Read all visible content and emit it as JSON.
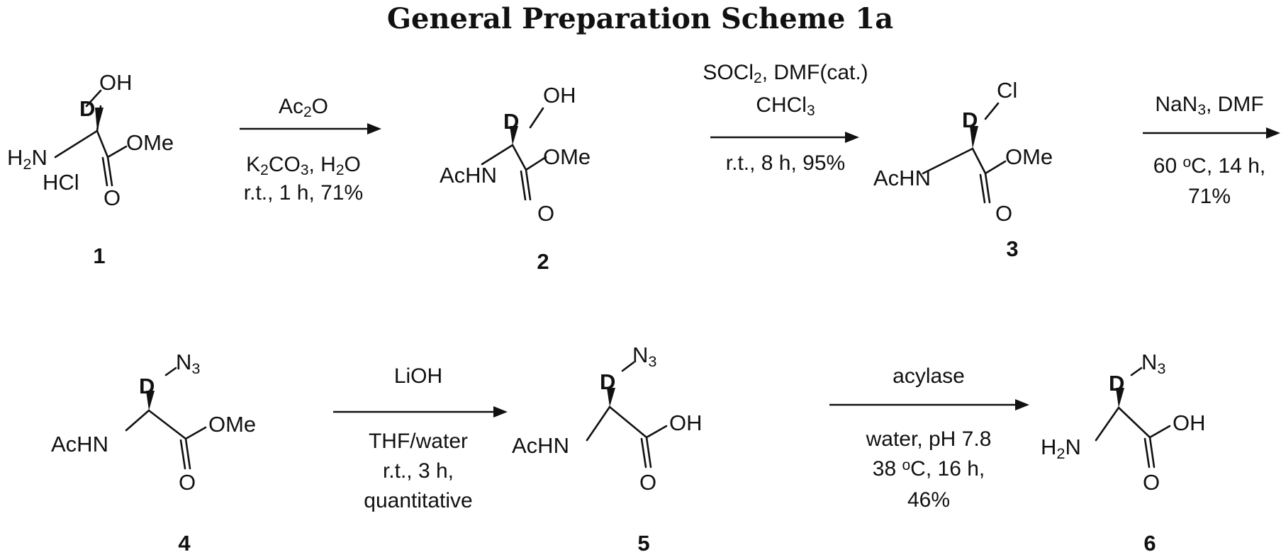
{
  "title": "General Preparation Scheme 1a",
  "compounds": [
    {
      "number": "1",
      "atoms": {
        "d": "D",
        "oh": "OH",
        "nh2": "H2N",
        "hcl": "HCl",
        "ester_o": "O",
        "ome": "OMe"
      }
    },
    {
      "number": "2",
      "atoms": {
        "d": "D",
        "oh": "OH",
        "achn": "AcHN",
        "ester_o": "O",
        "ome": "OMe"
      }
    },
    {
      "number": "3",
      "atoms": {
        "d": "D",
        "cl": "Cl",
        "achn": "AcHN",
        "ester_o": "O",
        "ome": "OMe"
      }
    },
    {
      "number": "4",
      "atoms": {
        "d": "D",
        "n3": "N3",
        "achn": "AcHN",
        "ester_o": "O",
        "ome": "OMe"
      }
    },
    {
      "number": "5",
      "atoms": {
        "d": "D",
        "n3": "N3",
        "achn": "AcHN",
        "acid_o": "O",
        "oh": "OH"
      }
    },
    {
      "number": "6",
      "atoms": {
        "d": "D",
        "n3": "N3",
        "nh2": "H2N",
        "acid_o": "O",
        "oh": "OH"
      }
    }
  ],
  "steps": [
    {
      "above": [
        "Ac2O"
      ],
      "below": [
        "K2CO3, H2O",
        "r.t., 1 h, 71%"
      ]
    },
    {
      "above": [
        "SOCl2, DMF(cat.)",
        "CHCl3"
      ],
      "below": [
        "r.t., 8 h, 95%"
      ]
    },
    {
      "above": [
        "NaN3, DMF"
      ],
      "below": [
        "60 oC, 14 h,",
        "71%"
      ]
    },
    {
      "above": [
        "LiOH"
      ],
      "below": [
        "THF/water",
        "r.t., 3 h,",
        "quantitative"
      ]
    },
    {
      "above": [
        "acylase"
      ],
      "below": [
        "water, pH 7.8",
        "38 oC, 16 h,",
        "46%"
      ]
    }
  ]
}
